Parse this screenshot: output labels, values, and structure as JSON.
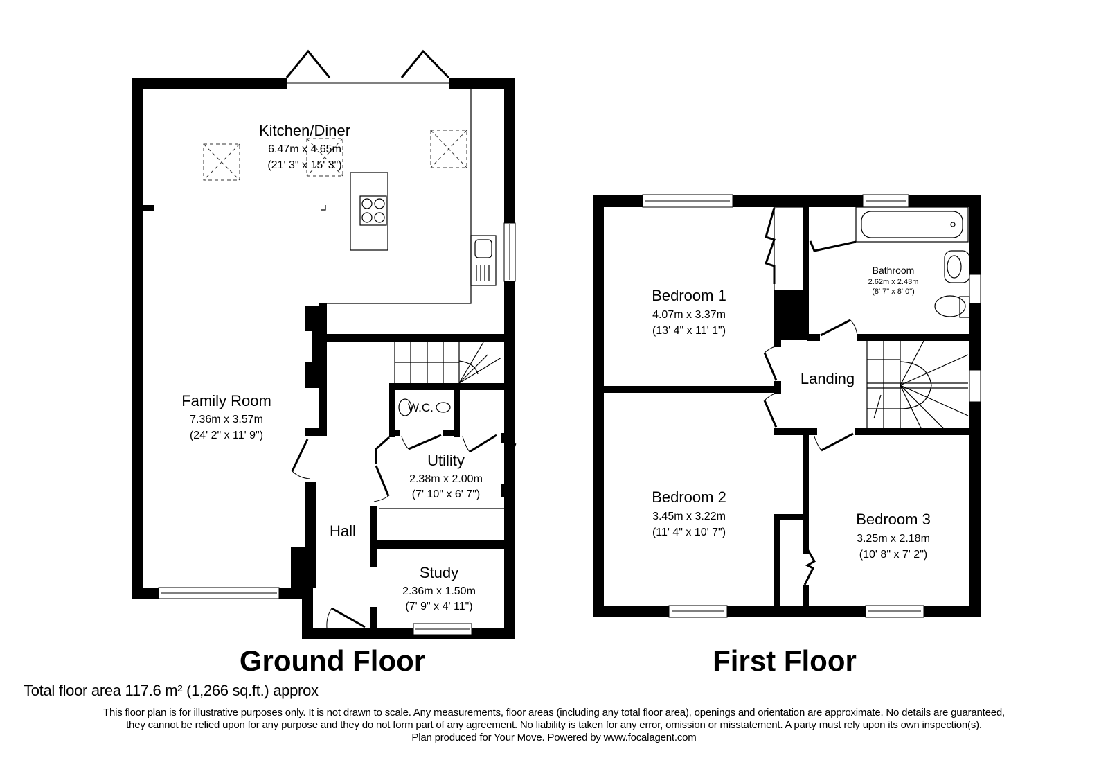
{
  "ground_floor": {
    "title": "Ground Floor",
    "rooms": {
      "kitchen": {
        "name": "Kitchen/Diner",
        "dim_m": "6.47m x 4.65m",
        "dim_ft": "(21' 3\" x 15' 3\")"
      },
      "family": {
        "name": "Family Room",
        "dim_m": "7.36m x 3.57m",
        "dim_ft": "(24' 2\" x 11' 9\")"
      },
      "wc": {
        "name": "W.C."
      },
      "utility": {
        "name": "Utility",
        "dim_m": "2.38m x 2.00m",
        "dim_ft": "(7' 10\" x 6' 7\")"
      },
      "hall": {
        "name": "Hall"
      },
      "study": {
        "name": "Study",
        "dim_m": "2.36m x 1.50m",
        "dim_ft": "(7' 9\" x 4' 11\")"
      }
    }
  },
  "first_floor": {
    "title": "First Floor",
    "rooms": {
      "bedroom1": {
        "name": "Bedroom 1",
        "dim_m": "4.07m x 3.37m",
        "dim_ft": "(13' 4\" x 11' 1\")"
      },
      "bathroom": {
        "name": "Bathroom",
        "dim_m": "2.62m x 2.43m",
        "dim_ft": "(8' 7\" x 8' 0\")"
      },
      "landing": {
        "name": "Landing"
      },
      "bedroom2": {
        "name": "Bedroom 2",
        "dim_m": "3.45m x 3.22m",
        "dim_ft": "(11' 4\" x 10' 7\")"
      },
      "bedroom3": {
        "name": "Bedroom 3",
        "dim_m": "3.25m x 2.18m",
        "dim_ft": "(10' 8\" x 7' 2\")"
      }
    }
  },
  "footer": {
    "total_area": "Total floor area 117.6 m² (1,266 sq.ft.) approx",
    "disclaimer_line1": "This floor plan is for illustrative purposes only. It is not drawn to scale. Any measurements, floor areas (including any total floor area), openings and orientation are approximate. No details are guaranteed,",
    "disclaimer_line2": "they cannot be relied upon for any purpose and they do not form part of any agreement. No liability is taken for any error, omission or misstatement. A party must rely upon its own inspection(s).",
    "credit": "Plan produced for Your Move. Powered by www.focalagent.com"
  },
  "colors": {
    "wall": "#000000",
    "background": "#ffffff"
  }
}
